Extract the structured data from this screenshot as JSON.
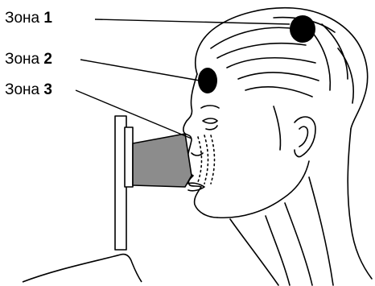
{
  "labels": {
    "zone_word": "Зона",
    "zone_1_num": "1",
    "zone_2_num": "2",
    "zone_3_num": "3"
  },
  "colors": {
    "zone_dot": "#000000",
    "mask_fill": "#8c8c8c",
    "line": "#000000"
  }
}
